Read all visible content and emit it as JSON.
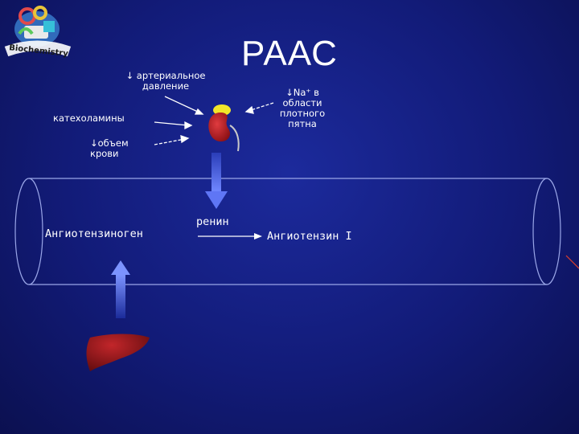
{
  "title": "РААС",
  "labels": {
    "arterial_pressure": "↓ артериальное давление",
    "catecholamines": "катехоламины",
    "blood_volume": "↓объем крови",
    "sodium": "↓Na⁺ в области плотного пятна",
    "renin": "ренин",
    "angiotensinogen": "Ангиотензиноген",
    "angiotensin1": "Ангиотензин I"
  },
  "logo": {
    "text": "Biochemistry"
  },
  "colors": {
    "background": "#121b78",
    "kidney": "#b0161c",
    "adrenal": "#f2e62a",
    "liver": "#8e1114",
    "arrow": "#4a5fd8"
  },
  "icons": [
    "kidney-icon",
    "liver-icon",
    "logo-icon"
  ]
}
